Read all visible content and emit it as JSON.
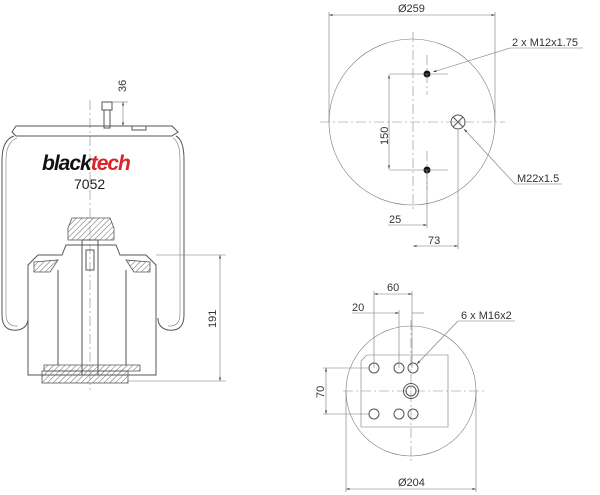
{
  "brand": {
    "part1": "black",
    "part2": "tech",
    "color1": "#111111",
    "color2": "#d9252a"
  },
  "part_number": "7052",
  "side_view": {
    "dim_stud_height": "36",
    "dim_height": "191"
  },
  "top_view": {
    "dim_diameter": "Ø259",
    "thread_label": "2 x M12x1.75",
    "valve_label": "M22x1.5",
    "dim_hole_spacing": "150",
    "dim_offset_small": "25",
    "dim_offset_valve": "73"
  },
  "bottom_view": {
    "dim_diameter": "Ø204",
    "thread_label": "6 x M16x2",
    "dim_60": "60",
    "dim_20": "20",
    "dim_70": "70"
  }
}
